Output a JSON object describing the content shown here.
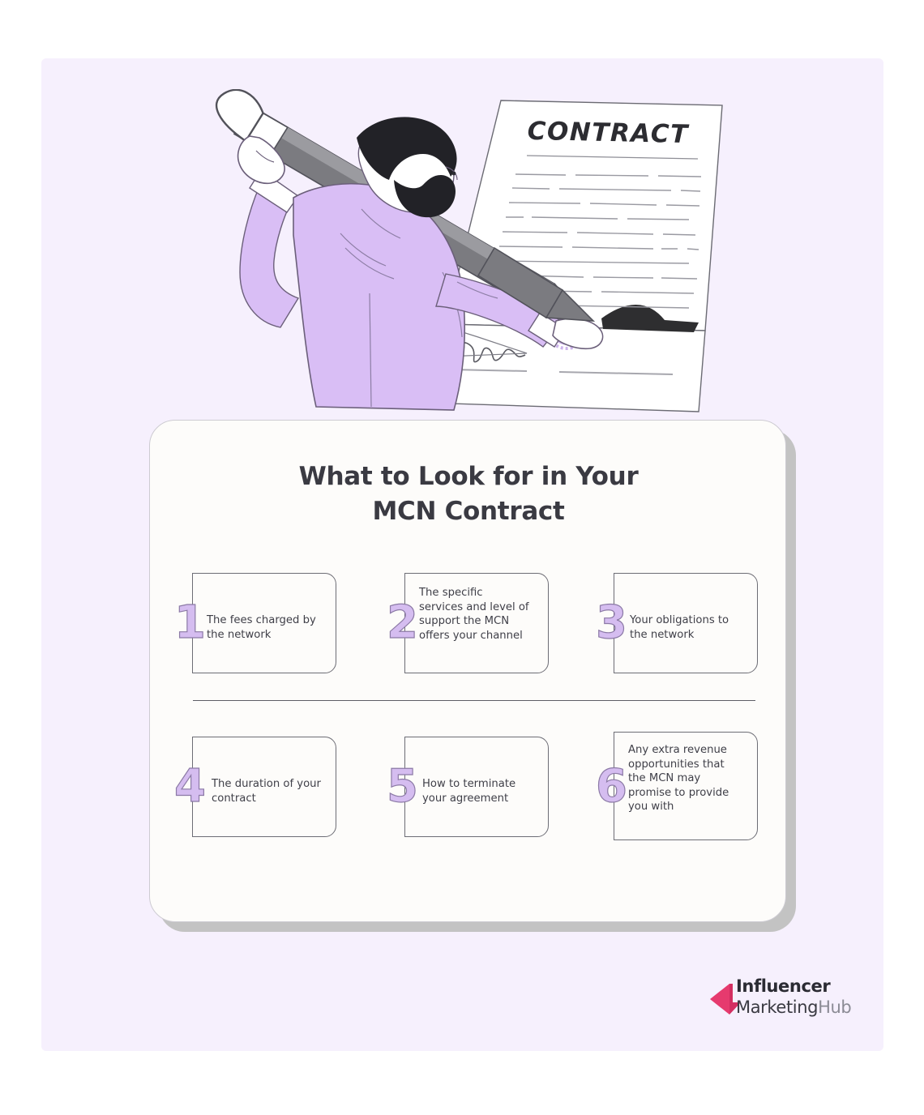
{
  "canvas": {
    "background": "#ffffff",
    "panel_color": "#f6f0fd",
    "card_color": "#fdfcfa",
    "accent_purple": "#d5bdf0",
    "logo_pink": "#e63a6e"
  },
  "illustration": {
    "document_title": "CONTRACT",
    "alt_name": "man-signing-contract-with-giant-pencil",
    "seal_name": "purple-wax-seal",
    "signature_name": "handwritten-signature"
  },
  "card": {
    "title_line1": "What to Look for in Your",
    "title_line2": "MCN Contract"
  },
  "steps": [
    {
      "number": "1",
      "text": "The fees charged by the network"
    },
    {
      "number": "2",
      "text": "The specific services and level of support the MCN offers your channel"
    },
    {
      "number": "3",
      "text": "Your obligations to the network"
    },
    {
      "number": "4",
      "text": "The duration of your contract"
    },
    {
      "number": "5",
      "text": "How to terminate your agreement"
    },
    {
      "number": "6",
      "text": "Any extra revenue opportunities that the MCN may promise to provide you with"
    }
  ],
  "logo": {
    "line1": "Influencer",
    "line2_a": "Marketing",
    "line2_b": "Hub"
  }
}
